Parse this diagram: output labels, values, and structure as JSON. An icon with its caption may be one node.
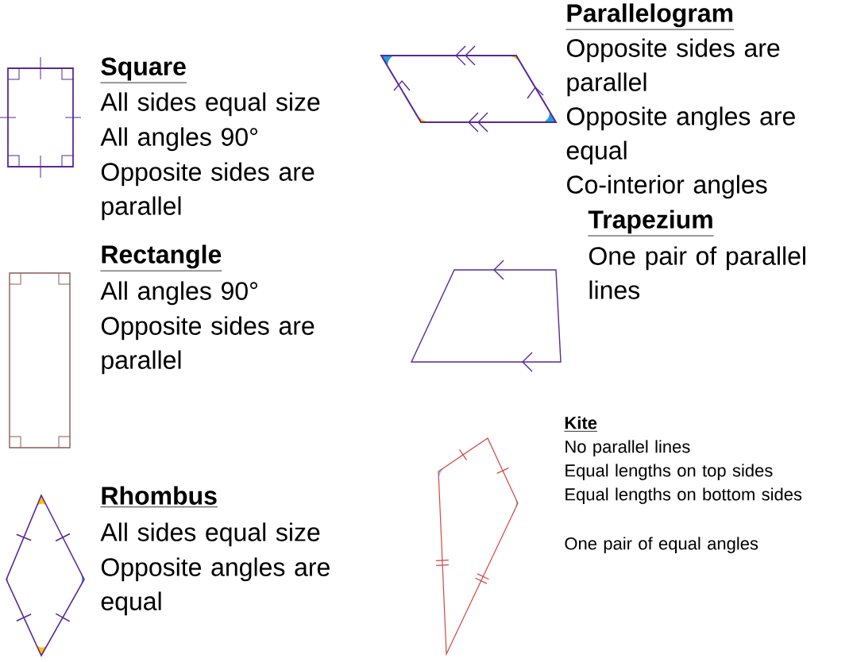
{
  "diagram": {
    "labels": [
      "Square",
      "All sides equal size",
      "All angles 90°",
      "Opposite sides are parallel",
      "Parallelogram",
      "Opposite sides are parallel",
      "Opposite angles are equal",
      "Co-interior angles",
      "Rectangle",
      "All angles 90°",
      "Opposite sides are parallel",
      "Trapezium",
      "One pair of parallel lines",
      "Rhombus",
      "All sides equal size",
      "Opposite angles are equal",
      "Kite",
      "No parallel lines",
      "Equal lengths on top sides",
      "Equal lengths on bottom sides",
      "One pair of equal angles"
    ]
  }
}
